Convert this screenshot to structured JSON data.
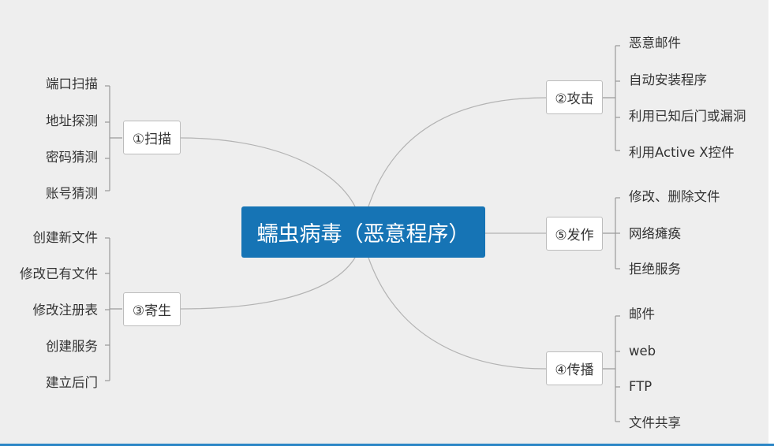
{
  "root": {
    "label": "蠕虫病毒（恶意程序）"
  },
  "branches": [
    {
      "label": "①扫描",
      "leaves": [
        "端口扫描",
        "地址探测",
        "密码猜测",
        "账号猜测"
      ]
    },
    {
      "label": "③寄生",
      "leaves": [
        "创建新文件",
        "修改已有文件",
        "修改注册表",
        "创建服务",
        "建立后门"
      ]
    },
    {
      "label": "②攻击",
      "leaves": [
        "恶意邮件",
        "自动安装程序",
        "利用已知后门或漏洞",
        "利用Active X控件"
      ]
    },
    {
      "label": "⑤发作",
      "leaves": [
        "修改、删除文件",
        "网络瘫痪",
        "拒绝服务"
      ]
    },
    {
      "label": "④传播",
      "leaves": [
        "邮件",
        "web",
        "FTP",
        "文件共享"
      ]
    }
  ],
  "colors": {
    "root_fill": "#1674b5",
    "canvas": "#eeeeee",
    "line": "#b3b3b3",
    "accent_bottom": "#2b86c6"
  }
}
